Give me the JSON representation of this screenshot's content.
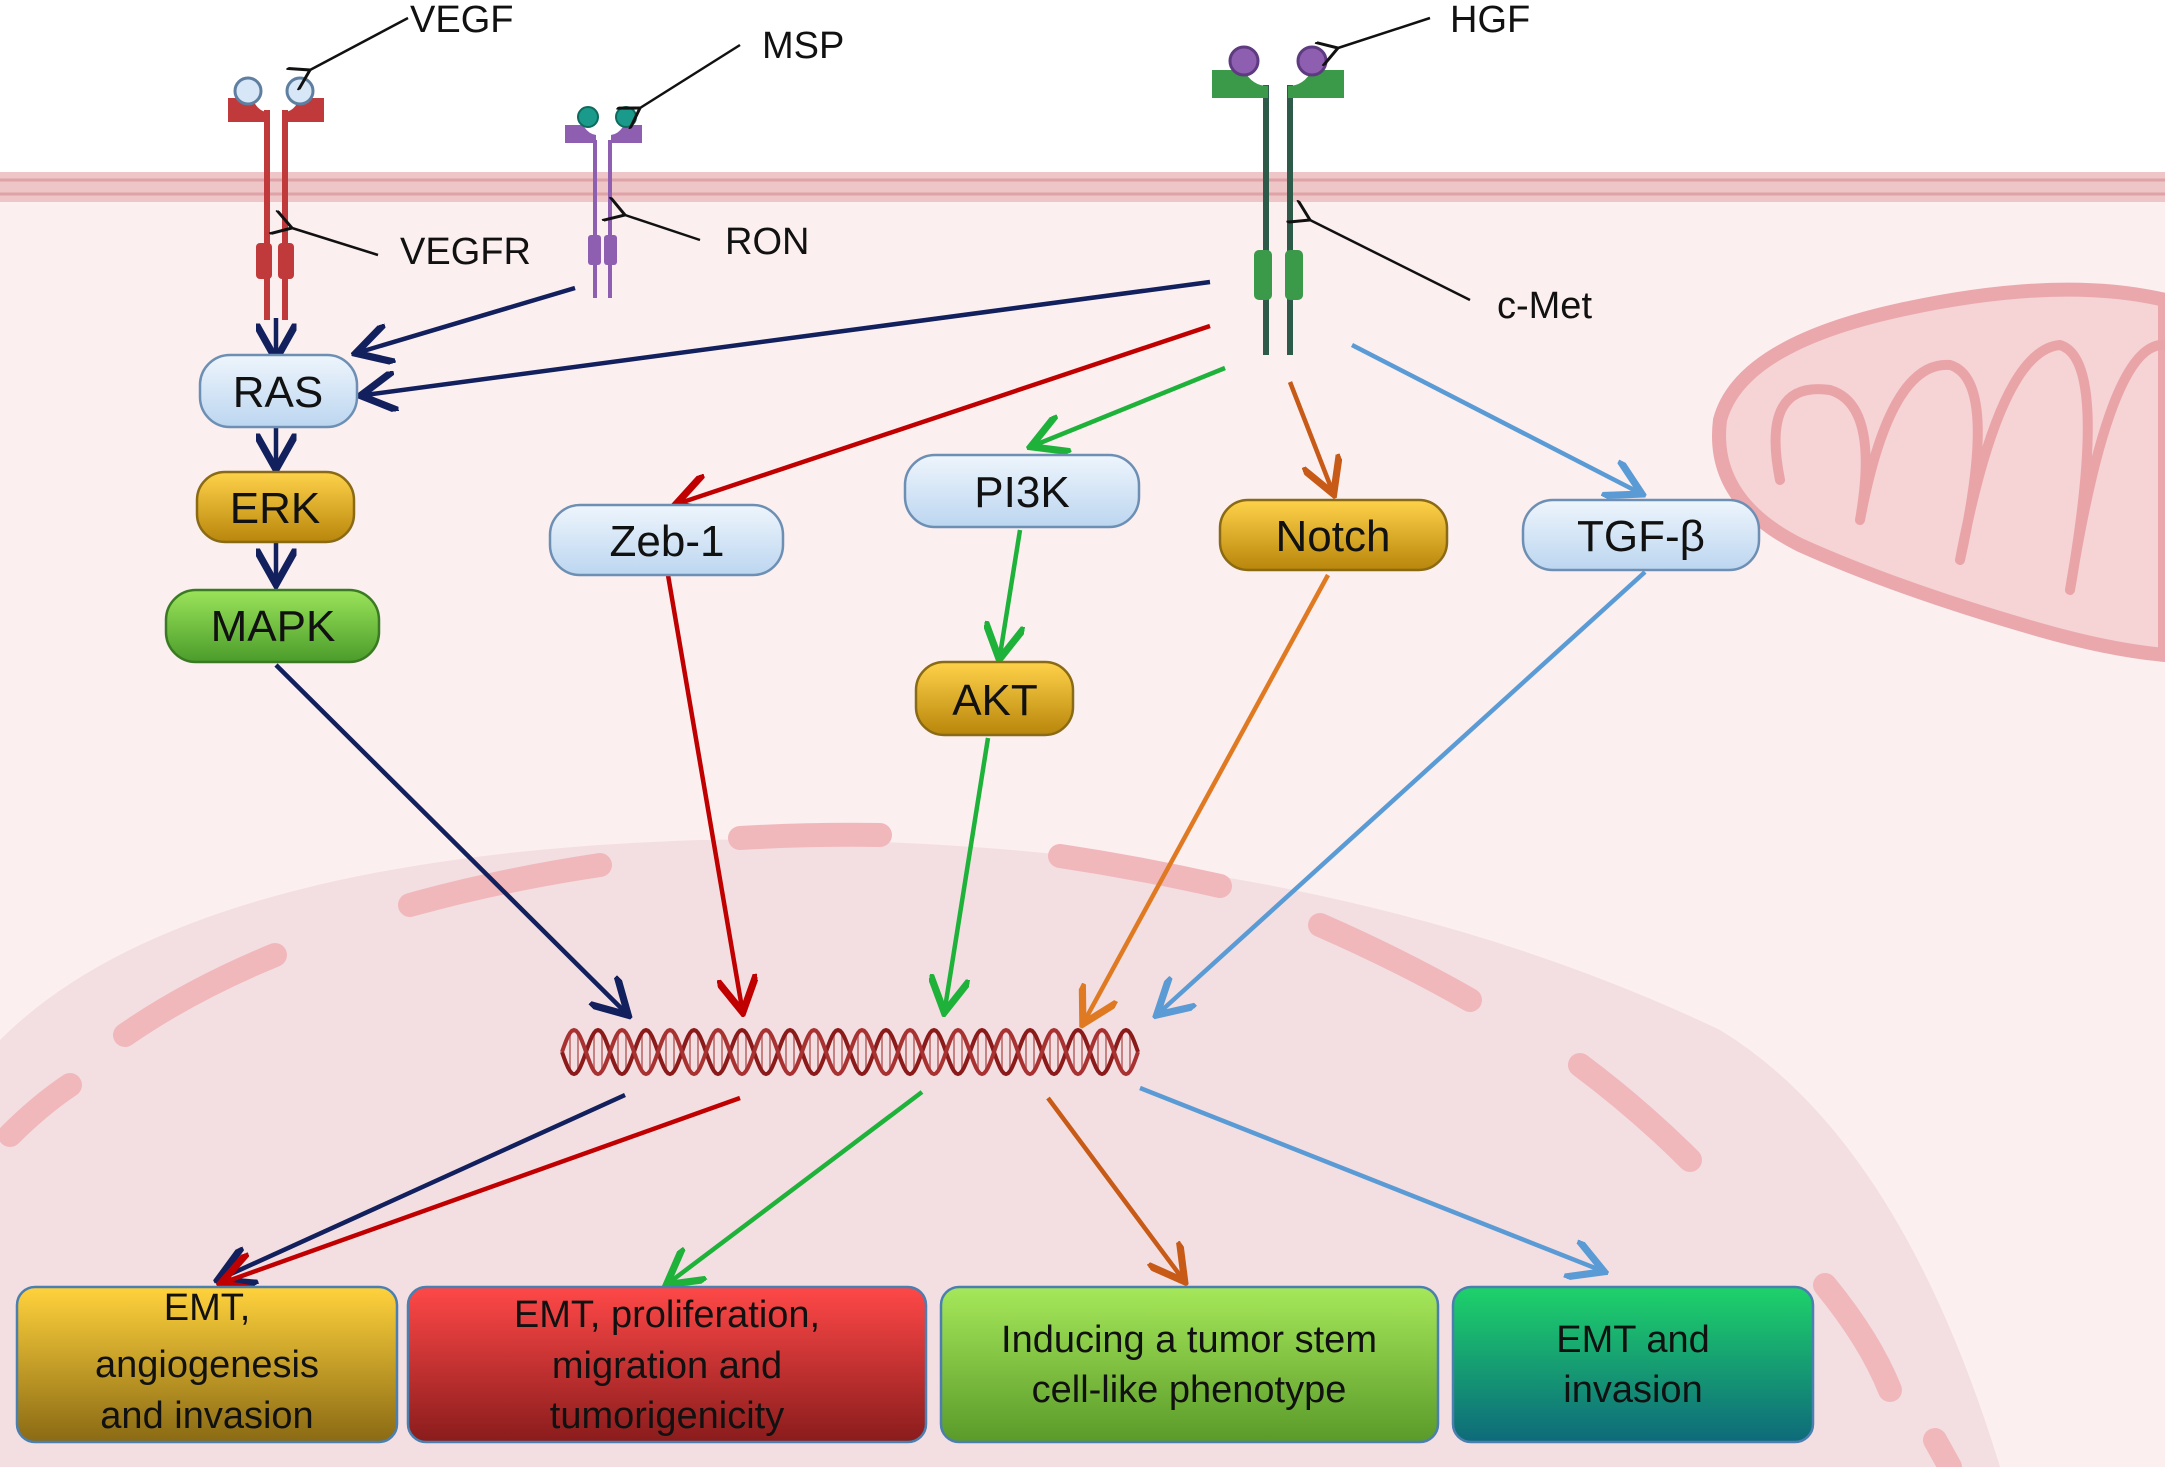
{
  "receptor_labels": {
    "vegf": "VEGF",
    "msp": "MSP",
    "hgf": "HGF",
    "vegfr": "VEGFR",
    "ron": "RON",
    "cmet": "c-Met"
  },
  "nodes": {
    "ras": "RAS",
    "erk": "ERK",
    "mapk": "MAPK",
    "zeb1": "Zeb-1",
    "pi3k": "PI3K",
    "akt": "AKT",
    "notch": "Notch",
    "tgfb": "TGF-β"
  },
  "outcomes": {
    "o1": [
      "EMT,",
      "angiogenesis",
      "and invasion"
    ],
    "o2": [
      "EMT, proliferation,",
      "migration and",
      "tumorigenicity"
    ],
    "o3": [
      "Inducing a tumor stem",
      "cell-like phenotype"
    ],
    "o4": [
      "EMT and",
      "invasion"
    ]
  },
  "colors": {
    "pathway_ras": "#12205e",
    "pathway_zeb": "#c00000",
    "pathway_pi3k": "#1fb23a",
    "pathway_notch": "#e07a22",
    "pathway_tgf": "#5b9bd5",
    "vegfr": "#c0393b",
    "ron": "#8e5fb0",
    "cmet": "#3a9a4a"
  }
}
